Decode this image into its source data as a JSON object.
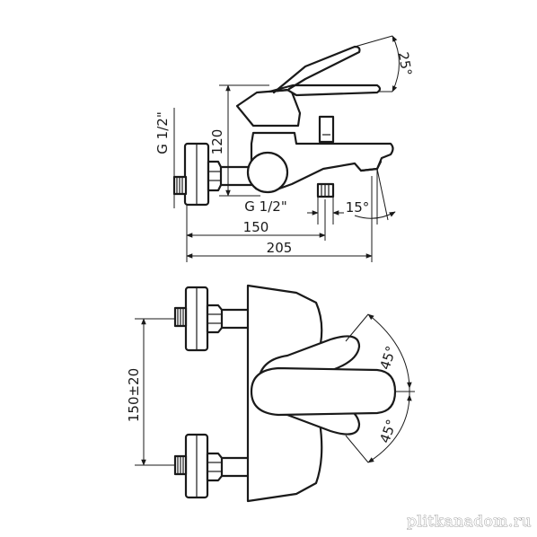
{
  "side_view": {
    "angle_lever": "25°",
    "height": "120",
    "thread_left": "G 1/2\"",
    "thread_spout": "G 1/2\"",
    "angle_spout": "15°",
    "width_inlet": "150",
    "width_total": "205"
  },
  "top_view": {
    "spacing": "150±20",
    "angle_upper": "45°",
    "angle_lower": "45°"
  },
  "watermark": "plitkanadom.ru"
}
